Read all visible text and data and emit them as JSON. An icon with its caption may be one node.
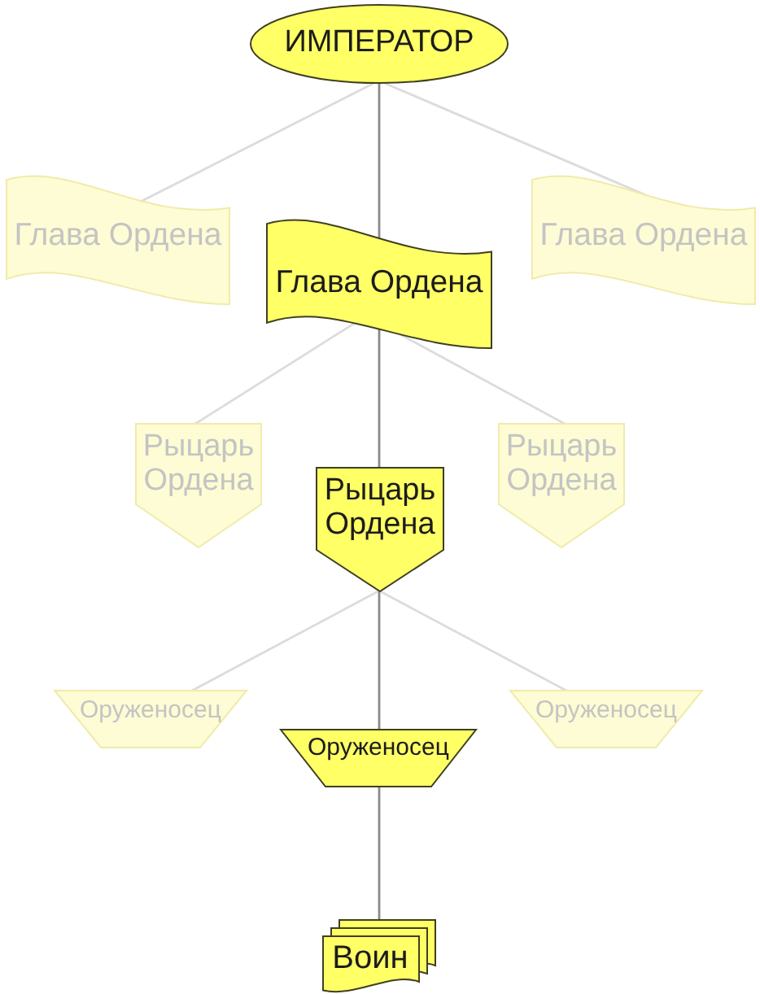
{
  "diagram": {
    "nodes": [
      {
        "text": [
          "ИМПЕРАТОР"
        ]
      },
      {
        "text": [
          "Глава Ордена"
        ]
      },
      {
        "text": [
          "Глава Ордена"
        ]
      },
      {
        "text": [
          "Глава Ордена"
        ]
      },
      {
        "text": [
          "Рыцарь Ордена"
        ]
      },
      {
        "text": [
          "Рыцарь Ордена"
        ]
      },
      {
        "text": [
          "Рыцарь Ордена"
        ]
      },
      {
        "text": [
          "Оруженосец"
        ]
      },
      {
        "text": [
          "Оруженосец"
        ]
      },
      {
        "text": [
          "Оруженосец"
        ]
      },
      {
        "text": [
          "Воин"
        ]
      }
    ],
    "edges": [
      {
        "from": 0,
        "to": 1,
        "arrow": "none"
      },
      {
        "from": 0,
        "to": 2,
        "arrow": "none",
        "color": "#8a8a8a"
      },
      {
        "from": 0,
        "to": 3,
        "arrow": "none"
      },
      {
        "from": 2,
        "to": 4,
        "arrow": "none"
      },
      {
        "from": 2,
        "to": 5,
        "arrow": "none",
        "color": "#8a8a8a"
      },
      {
        "from": 2,
        "to": 6,
        "arrow": "none"
      },
      {
        "from": 5,
        "to": 7,
        "arrow": "none"
      },
      {
        "from": 5,
        "to": 8,
        "arrow": "none",
        "color": "#8a8a8a"
      },
      {
        "from": 5,
        "to": 9,
        "arrow": "none"
      },
      {
        "from": 8,
        "to": 10,
        "arrow": "none",
        "color": "#8a8a8a"
      }
    ]
  }
}
